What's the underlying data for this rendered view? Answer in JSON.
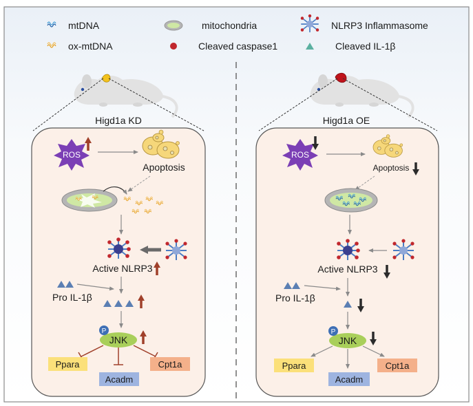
{
  "legend": {
    "mtdna": "mtDNA",
    "ox_mtdna": "ox-mtDNA",
    "mitochondria": "mitochondria",
    "cleaved_caspase1": "Cleaved caspase1",
    "nlrp3_inflammasome": "NLRP3 Inflammasome",
    "cleaved_il1b": "Cleaved IL-1β"
  },
  "left": {
    "title": "Higd1a KD",
    "ros": "ROS",
    "apoptosis": "Apoptosis",
    "active_nlrp3": "Active NLRP3",
    "pro_il1b": "Pro IL-1β",
    "jnk": "JNK",
    "phospho": "P",
    "ppara": "Ppara",
    "acadm": "Acadm",
    "cpt1a": "Cpt1a"
  },
  "right": {
    "title": "Higd1a OE",
    "ros": "ROS",
    "apoptosis": "Apoptosis",
    "active_nlrp3": "Active NLRP3",
    "pro_il1b": "Pro IL-1β",
    "jnk": "JNK",
    "phospho": "P",
    "ppara": "Ppara",
    "acadm": "Acadm",
    "cpt1a": "Cpt1a"
  },
  "colors": {
    "panel_bg": "#fcf0e8",
    "legend_bg": "#eef3f9",
    "ros": "#7b3fb5",
    "up_arrow": "#a0402a",
    "down_arrow": "#2b2b2b",
    "jnk": "#a9cf5a",
    "ppara": "#fbe07a",
    "acadm": "#9eb4e0",
    "cpt1a": "#f4b08a",
    "caspase": "#c1272d",
    "il1b": "#5b7fb3"
  }
}
